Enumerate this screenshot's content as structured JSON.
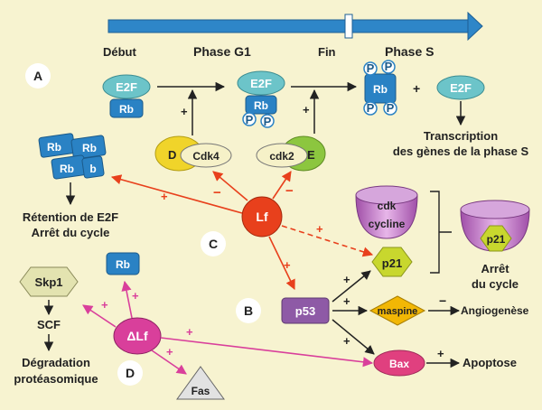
{
  "timeline": {
    "start": "Début",
    "g1": "Phase G1",
    "end": "Fin",
    "s": "Phase S"
  },
  "section_labels": {
    "a": "A",
    "b": "B",
    "c": "C",
    "d": "D"
  },
  "molecules": {
    "e2f": "E2F",
    "rb": "Rb",
    "p": "P",
    "cdk4": "Cdk4",
    "d": "D",
    "cdk2": "cdk2",
    "e": "E",
    "lf": "Lf",
    "delta_lf": "ΔLf",
    "p53": "p53",
    "p21": "p21",
    "maspine": "maspine",
    "bax": "Bax",
    "fas": "Fas",
    "skp1": "Skp1",
    "scf": "SCF",
    "cdk": "cdk",
    "cycline": "cycline",
    "rb_b": "b"
  },
  "text": {
    "transcription_1": "Transcription",
    "transcription_2": "des gènes de la phase S",
    "retention_1": "Rétention de E2F",
    "retention_2": "Arrêt du cycle",
    "arret_1": "Arrêt",
    "arret_2": "du cycle",
    "angiogenese": "Angiogenèse",
    "apoptose": "Apoptose",
    "degradation_1": "Dégradation",
    "degradation_2": "protéasomique"
  },
  "signs": {
    "plus": "+",
    "minus": "−"
  },
  "colors": {
    "timeline": "#2e86c8",
    "e2f": "#6cc4c9",
    "rb": "#2a82c4",
    "lf": "#e8401c",
    "delta_lf": "#d93f9b",
    "p53": "#8e5aa6",
    "p21": "#c8d72e",
    "maspine": "#f2b705",
    "bax": "#e0407f",
    "cdk4_d": "#f0d42a",
    "cdk2_e": "#8cc63f"
  }
}
